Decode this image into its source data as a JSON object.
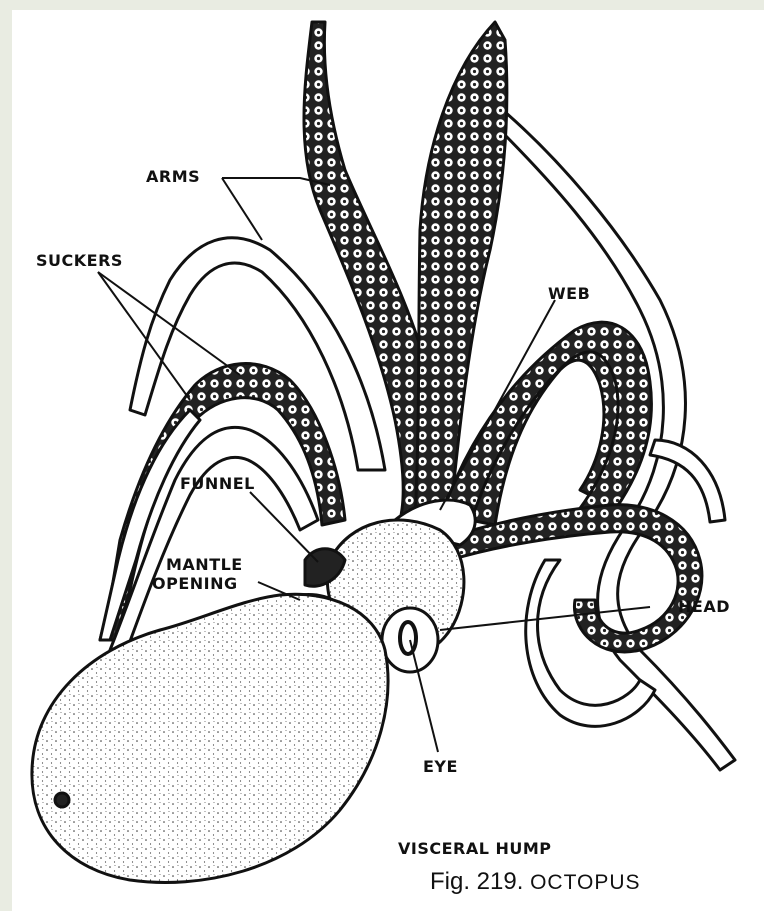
{
  "figure": {
    "labels": {
      "arms": "ARMS",
      "suckers": "SUCKERS",
      "web": "WEB",
      "funnel": "FUNNEL",
      "mantle_opening_line1": "MANTLE",
      "mantle_opening_line2": "OPENING",
      "head": "HEAD",
      "eye": "EYE",
      "visceral_hump": "VISCERAL HUMP"
    },
    "caption": {
      "number": "Fig. 219.",
      "title": "OCTOPUS"
    }
  },
  "colors": {
    "ink": "#111111",
    "paper": "#ffffff",
    "page_edge": "#e9ece2"
  }
}
